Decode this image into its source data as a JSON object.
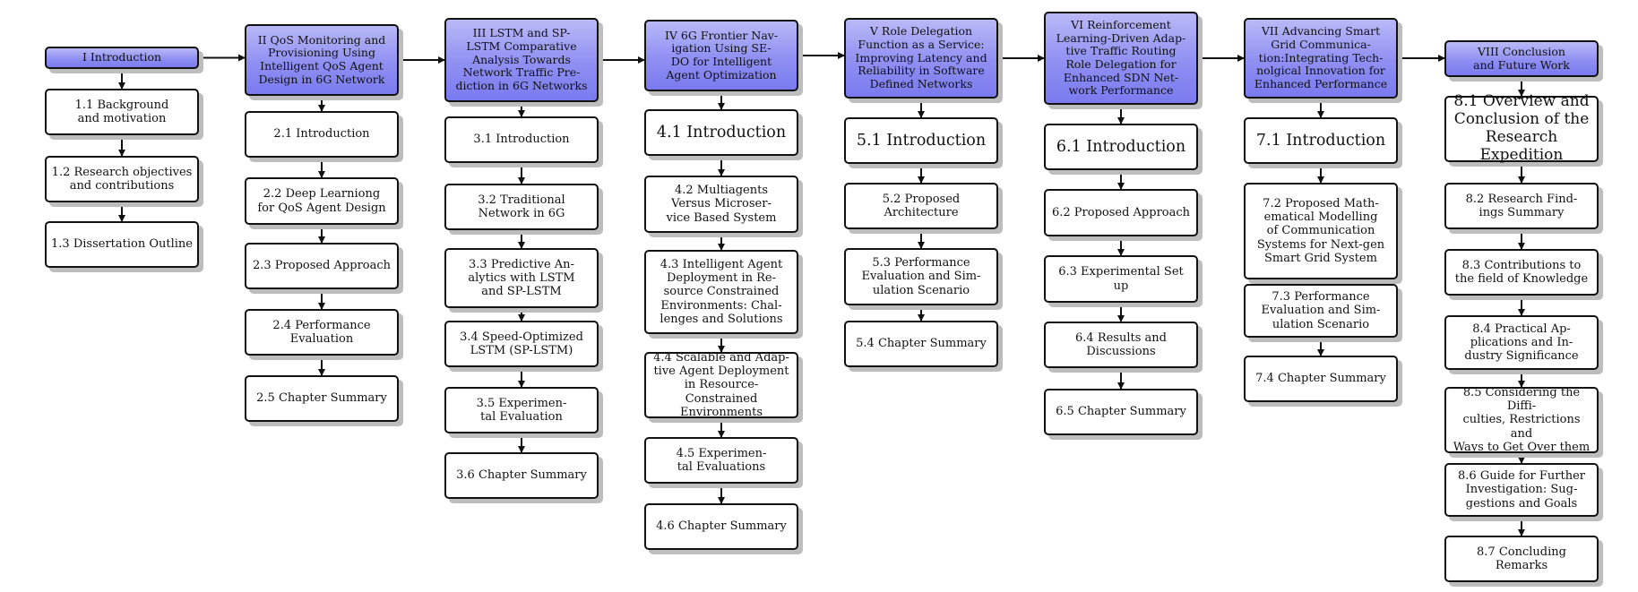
{
  "colors": {
    "header_fill": "#8f8ff3",
    "node_fill": "#ffffff",
    "border": "#111111",
    "shadow": "#bdbdbd"
  },
  "chapters": [
    {
      "title": "I Introduction",
      "sections": [
        "1.1 Background\nand motivation",
        "1.2 Research objectives\nand contributions",
        "1.3 Dissertation Outline"
      ]
    },
    {
      "title": "II QoS Monitoring and\nProvisioning Using\nIntelligent QoS Agent\nDesign in 6G Network",
      "sections": [
        "2.1 Introduction",
        "2.2 Deep Learniong\nfor QoS Agent Design",
        "2.3 Proposed Approach",
        "2.4 Performance\nEvaluation",
        "2.5 Chapter Summary"
      ]
    },
    {
      "title": "III LSTM and SP-\nLSTM Comparative\nAnalysis Towards\nNetwork Traffic Pre-\ndiction in 6G Networks",
      "sections": [
        "3.1 Introduction",
        "3.2 Traditional\nNetwork in 6G",
        "3.3 Predictive An-\nalytics with LSTM\nand SP-LSTM",
        "3.4 Speed-Optimized\nLSTM (SP-LSTM)",
        "3.5 Experimen-\ntal Evaluation",
        "3.6 Chapter Summary"
      ]
    },
    {
      "title": "IV 6G Frontier Nav-\nigation Using SE-\nDO for Intelligent\nAgent Optimization",
      "sections": [
        "4.1 Introduction",
        "4.2 Multiagents\nVersus Microser-\nvice Based System",
        "4.3 Intelligent Agent\nDeployment in Re-\nsource Constrained\nEnvironments: Chal-\nlenges and Solutions",
        "4.4 Scalable and Adap-\ntive Agent Deployment\nin Resource-Constrained\nEnvironments",
        "4.5 Experimen-\ntal Evaluations",
        "4.6 Chapter Summary"
      ]
    },
    {
      "title": "V Role Delegation\nFunction as a Service:\nImproving Latency and\nReliability in Software\nDefined Networks",
      "sections": [
        "5.1 Introduction",
        "5.2 Proposed\nArchitecture",
        "5.3 Performance\nEvaluation and Sim-\nulation Scenario",
        "5.4 Chapter Summary"
      ]
    },
    {
      "title": "VI Reinforcement\nLearning-Driven Adap-\ntive Traffic Routing\nRole Delegation for\nEnhanced SDN Net-\nwork Performance",
      "sections": [
        "6.1 Introduction",
        "6.2 Proposed Approach",
        "6.3 Experimental Set up",
        "6.4 Results and\nDiscussions",
        "6.5 Chapter Summary"
      ]
    },
    {
      "title": "VII Advancing Smart\nGrid Communica-\ntion:Integrating Tech-\nnolgical Innovation for\nEnhanced Performance",
      "sections": [
        "7.1 Introduction",
        "7.2 Proposed Math-\nematical Modelling\nof Communication\nSystems for Next-gen\nSmart Grid System",
        "7.3 Performance\nEvaluation and Sim-\nulation Scenario",
        "7.4 Chapter Summary"
      ]
    },
    {
      "title": "VIII Conclusion\nand Future Work",
      "sections": [
        "8.1 Overview and\nConclusion of the\nResearch Expedition",
        "8.2 Research Find-\nings Summary",
        "8.3 Contributions to\nthe field of Knowledge",
        "8.4 Practical Ap-\nplications and In-\ndustry Significance",
        "8.5 Considering the Diffi-\nculties, Restrictions and\nWays to Get Over them",
        "8.6 Guide for Further\nInvestigation: Sug-\ngestions and Goals",
        "8.7 Concluding Remarks"
      ]
    }
  ]
}
